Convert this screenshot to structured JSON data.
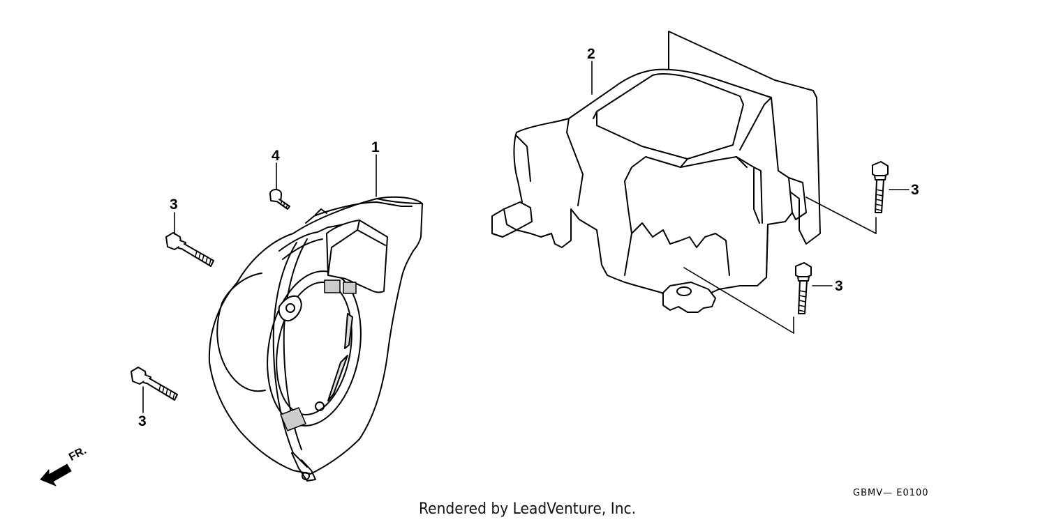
{
  "callouts": {
    "part1": "1",
    "part2": "2",
    "part3_a": "3",
    "part3_b": "3",
    "part3_c": "3",
    "part3_d": "3",
    "part4": "4"
  },
  "direction_label": "FR.",
  "drawing_code": "GBMV— E0100",
  "credit": "Rendered by LeadVenture, Inc."
}
